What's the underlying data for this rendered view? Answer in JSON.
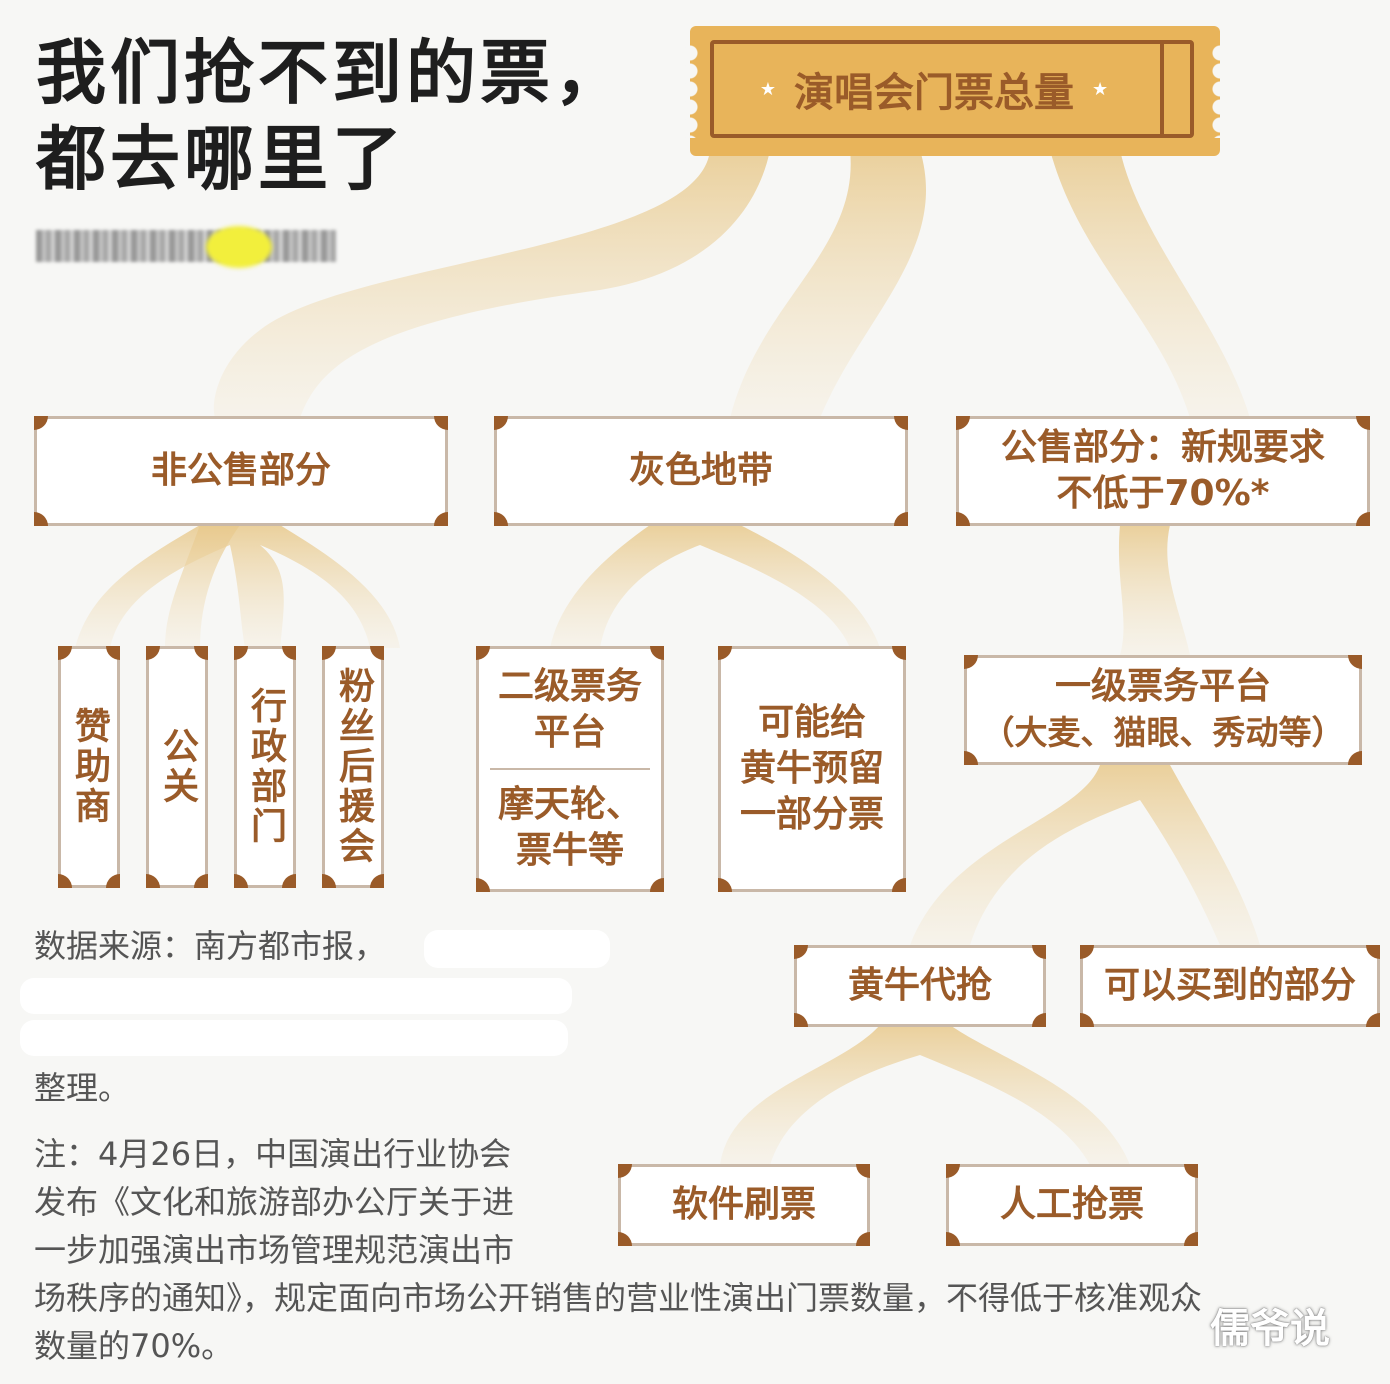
{
  "title": {
    "line1": "我们抢不到的票，",
    "line2": "都去哪里了"
  },
  "root": {
    "label": "演唱会门票总量",
    "star": "★"
  },
  "level1": {
    "non_public": "非公售部分",
    "gray": "灰色地带",
    "public_line1": "公售部分：新规要求",
    "public_line2": "不低于70%*"
  },
  "level2": {
    "sponsor": "赞助商",
    "pr": "公关",
    "admin": "行政部门",
    "fanclub": "粉丝后援会",
    "secondary_line1": "二级票务",
    "secondary_line2": "平台",
    "secondary_sub_line1": "摩天轮、",
    "secondary_sub_line2": "票牛等",
    "reserve_line1": "可能给",
    "reserve_line2": "黄牛预留",
    "reserve_line3": "一部分票",
    "primary_line1": "一级票务平台",
    "primary_line2": "（大麦、猫眼、秀动等）"
  },
  "level3": {
    "scalper": "黄牛代抢",
    "buyable": "可以买到的部分"
  },
  "level4": {
    "software": "软件刷票",
    "manual": "人工抢票"
  },
  "source": {
    "line1": "数据来源：南方都市报，",
    "line4": "整理。"
  },
  "note": {
    "line1": "注：4月26日，中国演出行业协会",
    "line2": "发布《文化和旅游部办公厅关于进",
    "line3": "一步加强演出市场管理规范演出市",
    "line4": "场秩序的通知》，规定面向市场公开销售的营业性演出门票数量，不得低于核准观众",
    "line5": "数量的70%。"
  },
  "watermark": "儒爷说",
  "colors": {
    "accent": "#9a5b29",
    "ticket": "#e8b45a",
    "flow": "#e7c98f",
    "border": "#c9b8a8"
  }
}
